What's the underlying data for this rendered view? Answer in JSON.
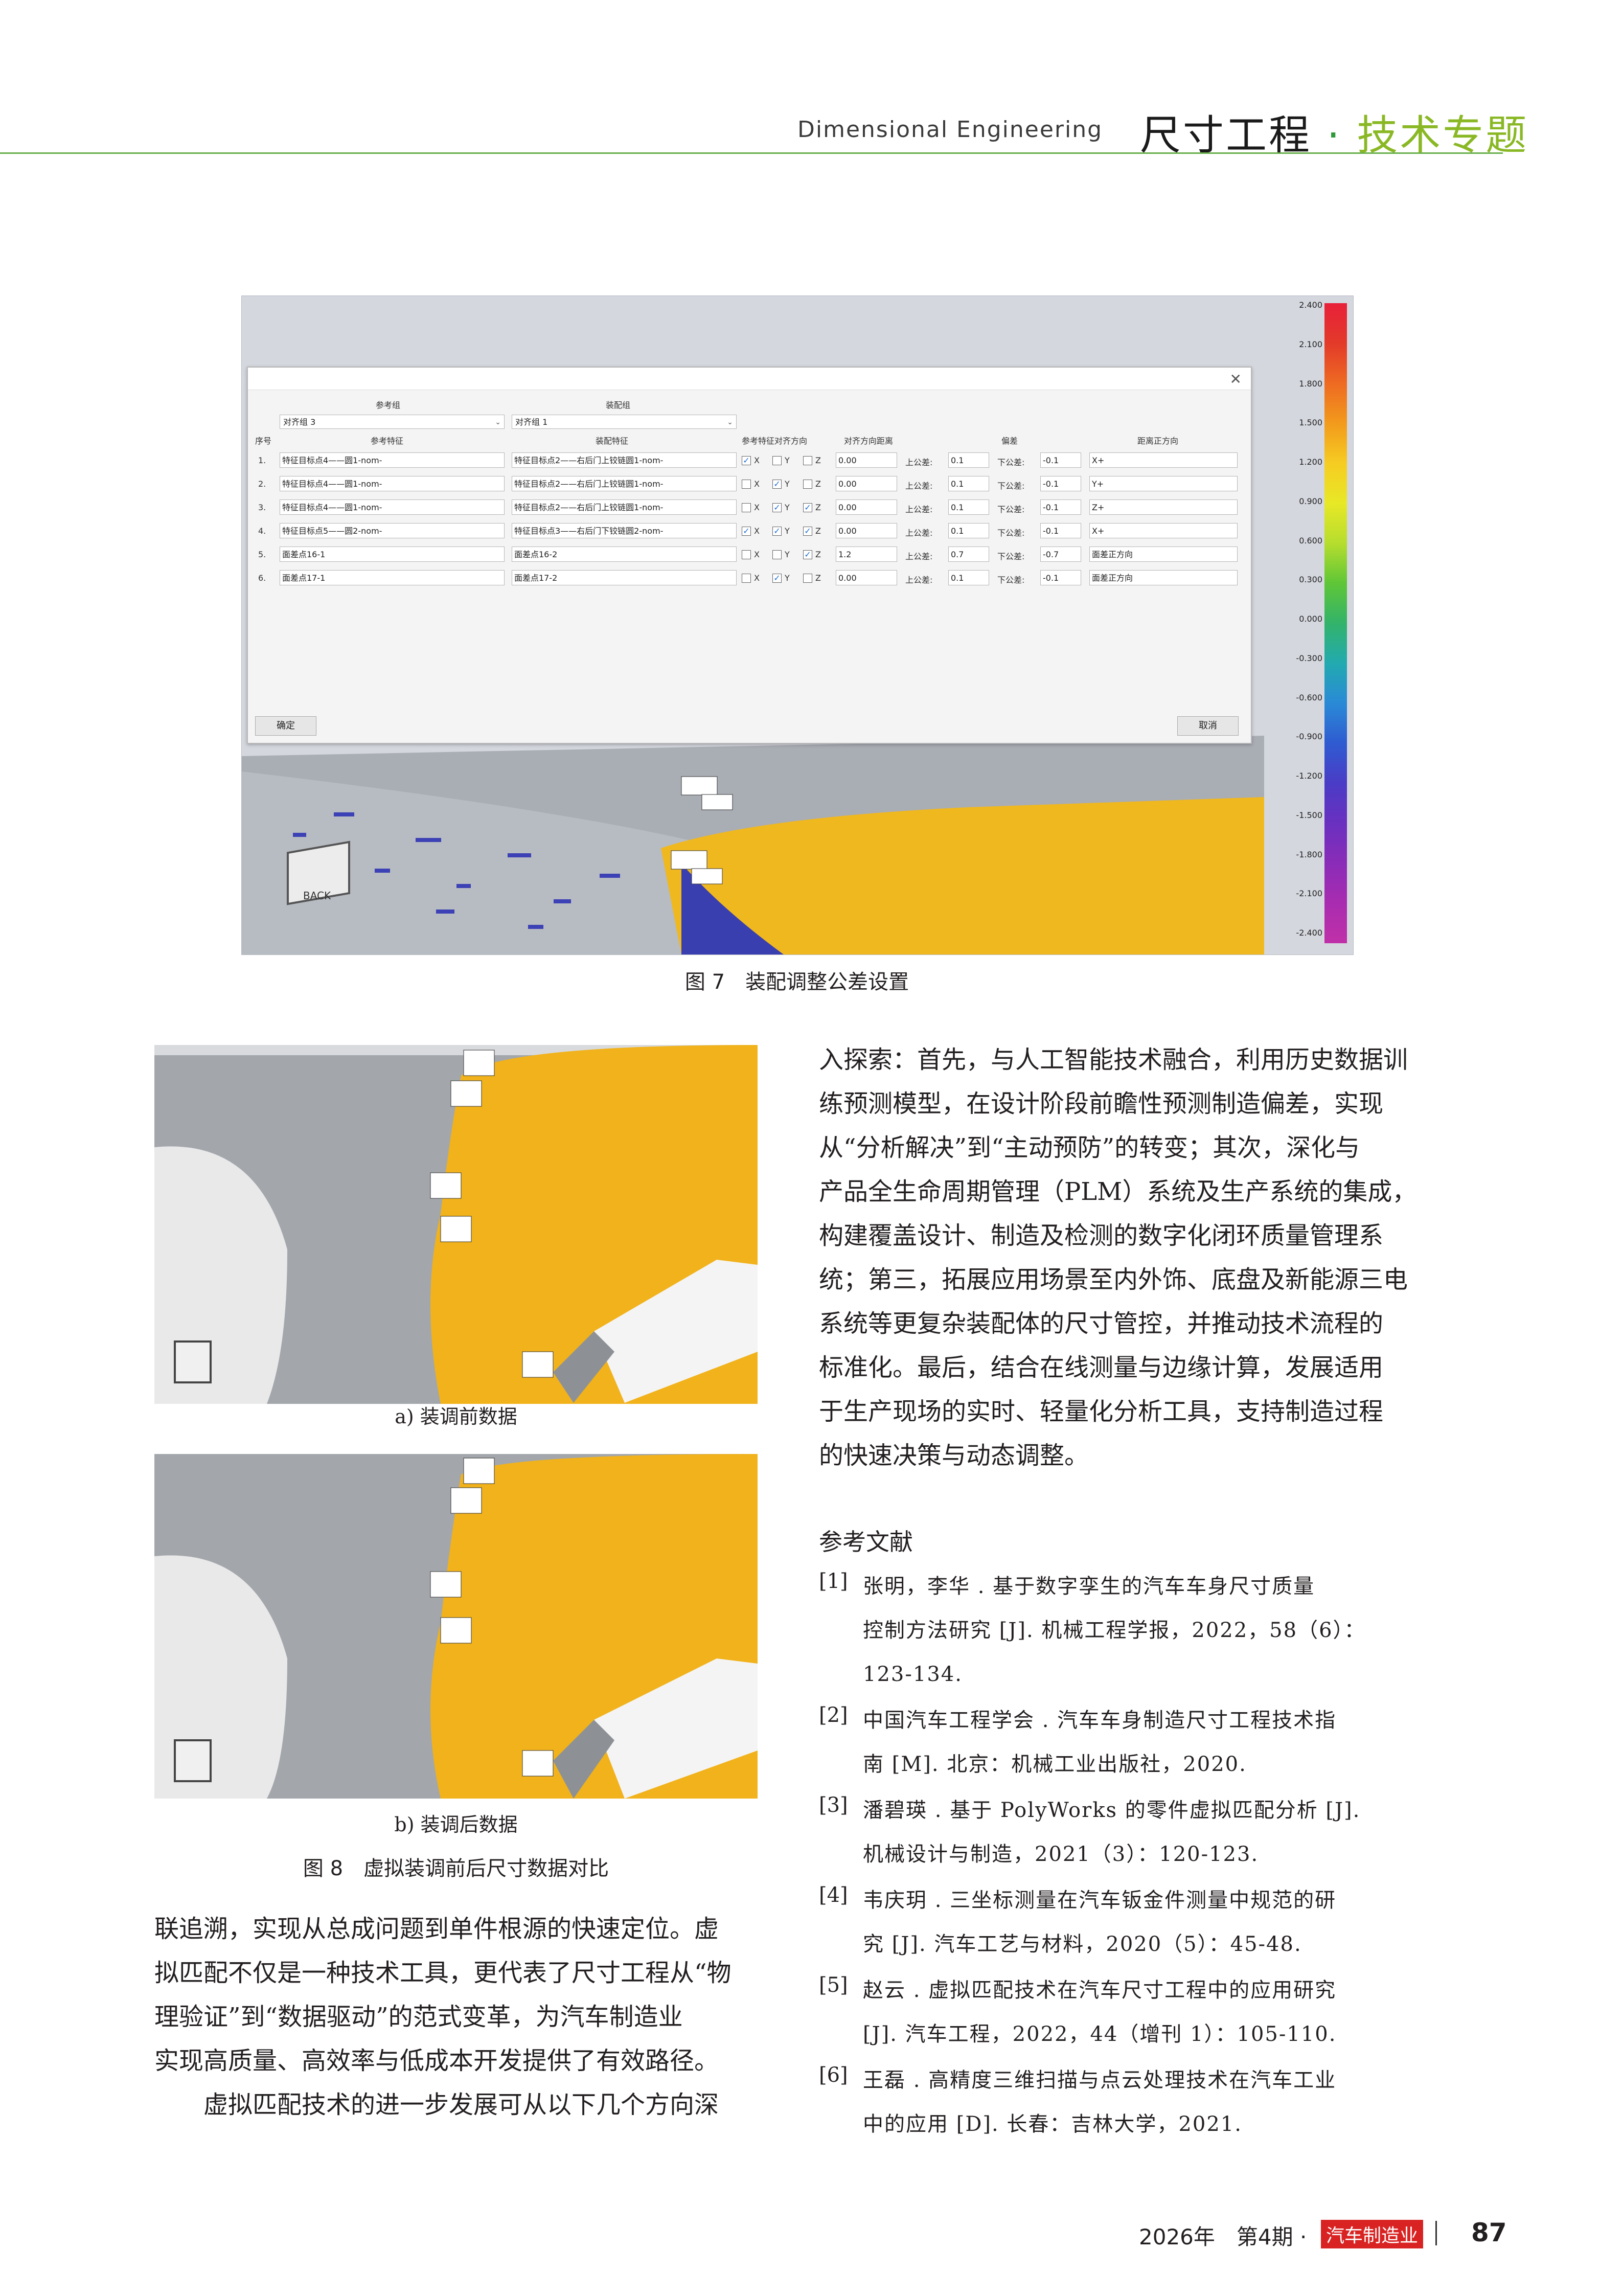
{
  "header": {
    "en_title": "Dimensional Engineering",
    "zh_title": "尺寸工程",
    "dot": "·",
    "zh_subtitle": "技术专题"
  },
  "figure7": {
    "caption": "图 7　装配调整公差设置",
    "dialog": {
      "group_ref_label": "参考组",
      "group_asm_label": "装配组",
      "group_ref_value": "对齐组 3",
      "group_asm_value": "对齐组 1",
      "columns": [
        "序号",
        "参考特征",
        "装配特征",
        "参考特征对齐方向",
        "对齐方向距离",
        "偏差",
        "距离正方向"
      ],
      "rows": [
        {
          "no": "1.",
          "ref": "特征目标点4——圆1-nom-",
          "asm": "特征目标点2——右后门上铰链圆1-nom-",
          "x": true,
          "y": false,
          "z": false,
          "dist": "0.00",
          "upper_label": "上公差:",
          "upper": "0.1",
          "lower_label": "下公差:",
          "lower": "-0.1",
          "dir": "X+"
        },
        {
          "no": "2.",
          "ref": "特征目标点4——圆1-nom-",
          "asm": "特征目标点2——右后门上铰链圆1-nom-",
          "x": false,
          "y": true,
          "z": false,
          "dist": "0.00",
          "upper_label": "上公差:",
          "upper": "0.1",
          "lower_label": "下公差:",
          "lower": "-0.1",
          "dir": "Y+"
        },
        {
          "no": "3.",
          "ref": "特征目标点4——圆1-nom-",
          "asm": "特征目标点2——右后门上铰链圆1-nom-",
          "x": false,
          "y": true,
          "z": true,
          "dist": "0.00",
          "upper_label": "上公差:",
          "upper": "0.1",
          "lower_label": "下公差:",
          "lower": "-0.1",
          "dir": "Z+"
        },
        {
          "no": "4.",
          "ref": "特征目标点5——圆2-nom-",
          "asm": "特征目标点3——右后门下铰链圆2-nom-",
          "x": true,
          "y": true,
          "z": true,
          "dist": "0.00",
          "upper_label": "上公差:",
          "upper": "0.1",
          "lower_label": "下公差:",
          "lower": "-0.1",
          "dir": "X+"
        },
        {
          "no": "5.",
          "ref": "面差点16-1",
          "asm": "面差点16-2",
          "x": false,
          "y": false,
          "z": true,
          "dist": "1.2",
          "upper_label": "上公差:",
          "upper": "0.7",
          "lower_label": "下公差:",
          "lower": "-0.7",
          "dir": "面差正方向"
        },
        {
          "no": "6.",
          "ref": "面差点17-1",
          "asm": "面差点17-2",
          "x": false,
          "y": true,
          "z": false,
          "dist": "0.00",
          "upper_label": "上公差:",
          "upper": "0.1",
          "lower_label": "下公差:",
          "lower": "-0.1",
          "dir": "面差正方向"
        }
      ],
      "axis_x": "X",
      "axis_y": "Y",
      "axis_z": "Z",
      "ok_button": "确定",
      "cancel_button": "取消",
      "view_cube_label": "BACK"
    },
    "scale_ticks": [
      "2.400",
      "2.100",
      "1.800",
      "1.500",
      "1.200",
      "0.900",
      "0.600",
      "0.300",
      "0.000",
      "-0.300",
      "-0.600",
      "-0.900",
      "-1.200",
      "-1.500",
      "-1.800",
      "-2.100",
      "-2.400"
    ],
    "scale_colors": [
      "#e8203a",
      "#e33a2a",
      "#ee6a22",
      "#f29a1c",
      "#f6cc22",
      "#e8e826",
      "#b6dd2e",
      "#5fc637",
      "#33b36a",
      "#22aab0",
      "#2a8ad6",
      "#2f5bd1",
      "#4a3cc6",
      "#6a30c0",
      "#8a2cb8",
      "#a92cb0",
      "#c030a8"
    ]
  },
  "figure8": {
    "sub_a": "a) 装调前数据",
    "sub_b": "b) 装调后数据",
    "caption": "图 8　虚拟装调前后尺寸数据对比"
  },
  "left_column": {
    "lines": [
      "联追溯，实现从总成问题到单件根源的快速定位。虚",
      "拟匹配不仅是一种技术工具，更代表了尺寸工程从“物",
      "理验证”到“数据驱动”的范式变革，为汽车制造业",
      "实现高质量、高效率与低成本开发提供了有效路径。",
      "　　虚拟匹配技术的进一步发展可从以下几个方向深"
    ]
  },
  "right_column": {
    "lines": [
      "入探索：首先，与人工智能技术融合，利用历史数据训",
      "练预测模型，在设计阶段前瞻性预测制造偏差，实现",
      "从“分析解决”到“主动预防”的转变；其次，深化与",
      "产品全生命周期管理（PLM）系统及生产系统的集成，",
      "构建覆盖设计、制造及检测的数字化闭环质量管理系",
      "统；第三，拓展应用场景至内外饰、底盘及新能源三电",
      "系统等更复杂装配体的尺寸管控，并推动技术流程的",
      "标准化。最后，结合在线测量与边缘计算，发展适用",
      "于生产现场的实时、轻量化分析工具，支持制造过程",
      "的快速决策与动态调整。"
    ]
  },
  "references": {
    "heading": "参考文献",
    "items": [
      {
        "num": "[1]",
        "lines": [
          "张明，李华 . 基于数字孪生的汽车车身尺寸质量",
          "控制方法研究 [J]. 机械工程学报，2022，58（6）：",
          "123-134."
        ]
      },
      {
        "num": "[2]",
        "lines": [
          "中国汽车工程学会 . 汽车车身制造尺寸工程技术指",
          "南 [M]. 北京：机械工业出版社，2020."
        ]
      },
      {
        "num": "[3]",
        "lines": [
          "潘碧瑛 . 基于 PolyWorks 的零件虚拟匹配分析 [J].",
          "机械设计与制造，2021（3）：120-123."
        ]
      },
      {
        "num": "[4]",
        "lines": [
          "韦庆玥 . 三坐标测量在汽车钣金件测量中规范的研",
          "究 [J]. 汽车工艺与材料，2020（5）：45-48."
        ]
      },
      {
        "num": "[5]",
        "lines": [
          "赵云 . 虚拟匹配技术在汽车尺寸工程中的应用研究",
          "[J]. 汽车工程，2022，44（增刊 1）：105-110."
        ]
      },
      {
        "num": "[6]",
        "lines": [
          "王磊 . 高精度三维扫描与点云处理技术在汽车工业",
          "中的应用 [D]. 长春：吉林大学，2021."
        ]
      }
    ]
  },
  "footer": {
    "issue": "2026年　第4期 ·",
    "magazine": "汽车制造业",
    "page_number": "87"
  }
}
